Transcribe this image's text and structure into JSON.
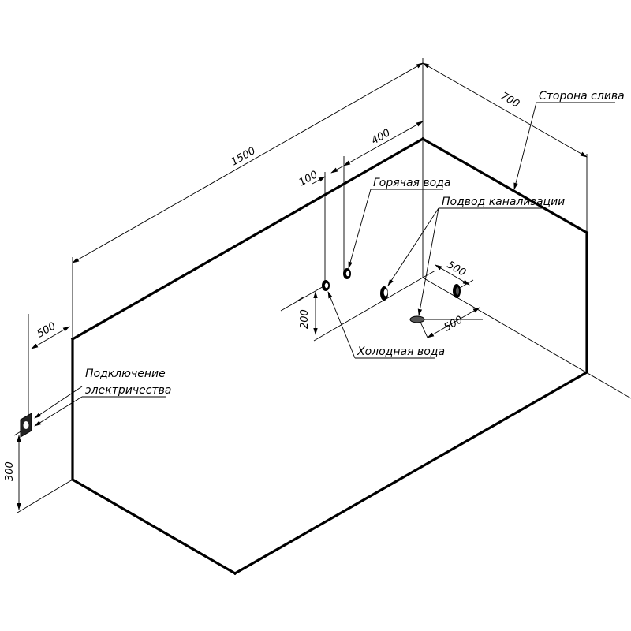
{
  "dimensions": {
    "length": "1500",
    "width": "700",
    "hot_water_offset": "400",
    "cold_water_offset": "100",
    "water_height": "200",
    "drain_offset_a": "500",
    "drain_offset_b": "500",
    "electric_offset": "500",
    "electric_height": "300"
  },
  "labels": {
    "drain_side": "Сторона слива",
    "hot_water": "Горячая вода",
    "sewer_supply": "Подвод канализации",
    "cold_water": "Холодная вода",
    "electric_line1": "Подключение",
    "electric_line2": "электричества"
  },
  "colors": {
    "line": "#000000",
    "background": "#ffffff"
  }
}
